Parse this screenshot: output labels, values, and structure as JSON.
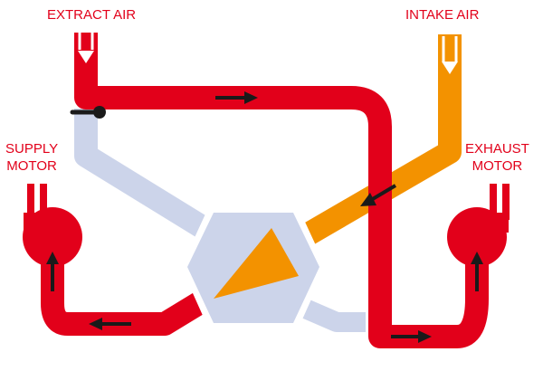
{
  "labels": {
    "extract_air": "EXTRACT AIR",
    "intake_air": "INTAKE AIR",
    "supply_motor": "SUPPLY\nMOTOR",
    "exhaust_motor": "EXHAUST\nMOTOR"
  },
  "colors": {
    "extract_duct": "#e2001a",
    "intake_duct": "#f39200",
    "bypass_duct": "#ccd4ea",
    "exchanger_core": "#ccd4ea",
    "exchanger_triangle": "#f39200",
    "arrow": "#1a1a1a",
    "damper": "#1a1a1a",
    "label_text": "#e2001a"
  },
  "components": {
    "heat_exchanger": "hexagon",
    "supply_motor": "fan",
    "exhaust_motor": "fan",
    "bypass_damper": "damper"
  },
  "flow_arrows": [
    "right",
    "down-left",
    "up",
    "left",
    "up",
    "right"
  ]
}
